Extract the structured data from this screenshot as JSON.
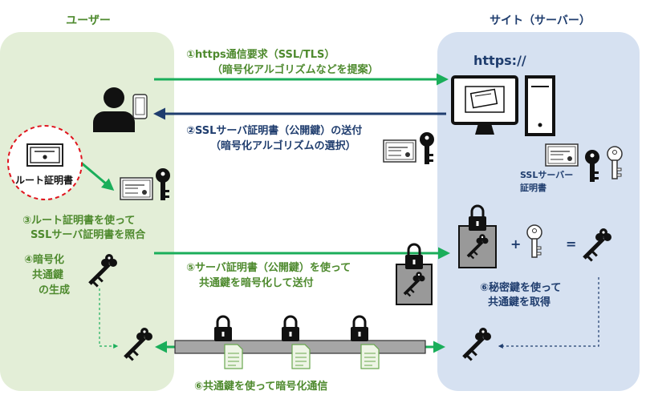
{
  "headers": {
    "user": "ユーザー",
    "site": "サイト（サーバー）"
  },
  "site_url": "https://",
  "root_cert_label": "ルート証明書",
  "server_cert_label_l1": "SSLサーバー",
  "server_cert_label_l2": "証明書",
  "steps": {
    "s1_l1": "①https通信要求（SSL/TLS）",
    "s1_l2": "（暗号化アルゴリズムなどを提案）",
    "s2_l1": "②SSLサーバ証明書（公開鍵）の送付",
    "s2_l2": "（暗号化アルゴリズムの選択）",
    "s3_l1": "③ルート証明書を使って",
    "s3_l2": "SSLサーバ証明書を照合",
    "s4_l1": "④暗号化",
    "s4_l2": "共通鍵",
    "s4_l3": "の生成",
    "s5_l1": "⑤サーバ証明書（公開鍵）を使って",
    "s5_l2": "共通鍵を暗号化して送付",
    "s6_l1": "⑥秘密鍵を使って",
    "s6_l2": "共通鍵を取得",
    "s7": "⑥共通鍵を使って暗号化通信"
  },
  "equation": {
    "plus": "+",
    "equals": "="
  },
  "colors": {
    "user_panel": "#e3eed7",
    "site_panel": "#d6e1f1",
    "green_arrow": "#1aae5a",
    "navy_arrow": "#1f3d6e",
    "label_green": "#4e8a2e",
    "dashed_circle": "#e0141e"
  }
}
